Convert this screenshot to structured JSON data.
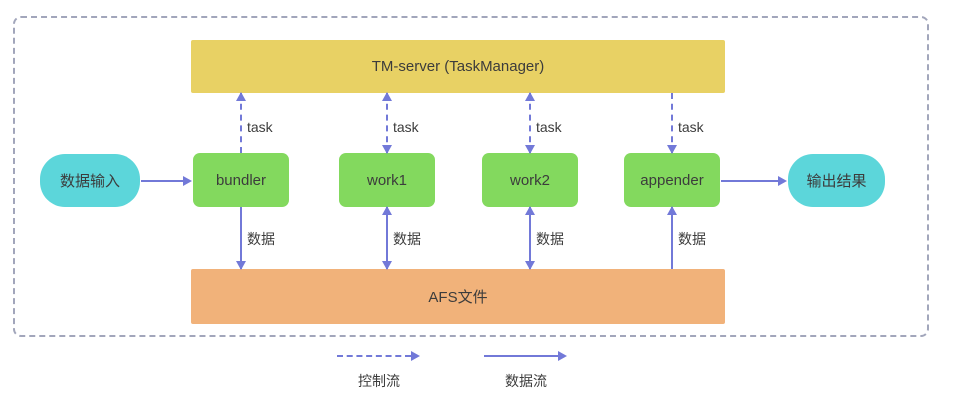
{
  "diagram": {
    "nodes": {
      "tm_server": "TM-server (TaskManager)",
      "input": "数据输入",
      "bundler": "bundler",
      "work1": "work1",
      "work2": "work2",
      "appender": "appender",
      "output": "输出结果",
      "afs": "AFS文件"
    },
    "edge_labels": {
      "task": [
        "task",
        "task",
        "task",
        "task"
      ],
      "data": [
        "数据",
        "数据",
        "数据",
        "数据"
      ]
    },
    "legend": {
      "control_flow": "控制流",
      "data_flow": "数据流"
    },
    "colors": {
      "tm_server_fill": "#e8d164",
      "worker_fill": "#83d95e",
      "afs_fill": "#f1b27a",
      "io_fill": "#5cd6da",
      "arrow": "#7279d8",
      "frame_border": "#a2a6bb",
      "text": "#3c3c3c"
    }
  }
}
